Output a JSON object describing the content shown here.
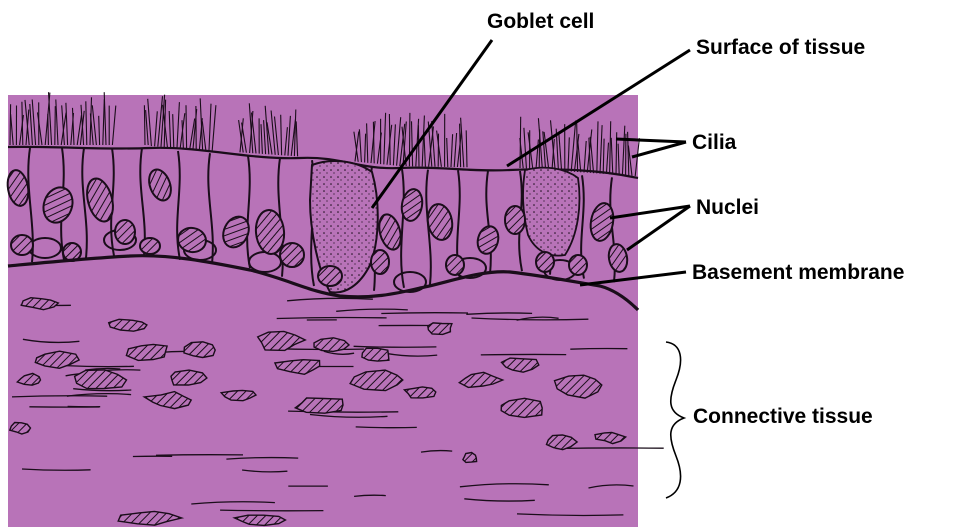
{
  "colors": {
    "tissue": "#b873b8",
    "ink": "#1a0d1a",
    "background": "#ffffff"
  },
  "labels": {
    "goblet_cell": "Goblet cell",
    "surface_of_tissue": "Surface of tissue",
    "cilia": "Cilia",
    "nuclei": "Nuclei",
    "basement_membrane": "Basement membrane",
    "connective_tissue": "Connective tissue"
  }
}
